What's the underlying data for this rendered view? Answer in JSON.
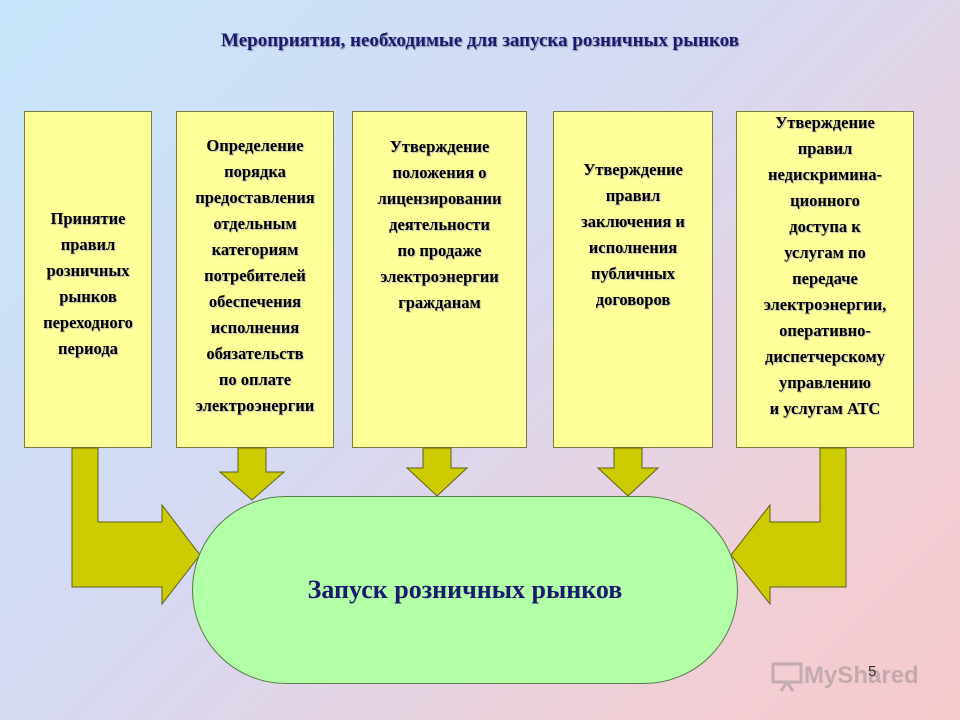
{
  "title": "Мероприятия, необходимые для запуска розничных рынков",
  "boxes": [
    {
      "text": "Принятие\nправил\nрозничных\n рынков\nпереходного\nпериода"
    },
    {
      "text": "Определение\nпорядка\nпредоставления\nотдельным\nкатегориям\nпотребителей\nобеспечения\nисполнения\nобязательств\nпо оплате\nэлектроэнергии"
    },
    {
      "text": "Утверждение\nположения о\nлицензировании\nдеятельности\nпо продаже\nэлектроэнергии\nгражданам"
    },
    {
      "text": "Утверждение\nправил\nзаключения и\nисполнения\nпубличных\nдоговоров"
    },
    {
      "text": "Утверждение\nправил\nнедискримина-\nционного\nдоступа к\nуслугам по\nпередаче\nэлектроэнергии,\nоперативно-\nдиспетчерскому\nуправлению\nи услугам АТС"
    }
  ],
  "main": {
    "label": "Запуск розничных рынков"
  },
  "page_number": "5",
  "watermark": {
    "text": "MyShared"
  },
  "colors": {
    "box_fill": "#ffff99",
    "oval_fill": "#b2ffa8",
    "arrow_fill": "#cccc00",
    "title": "#1a1a6e"
  }
}
